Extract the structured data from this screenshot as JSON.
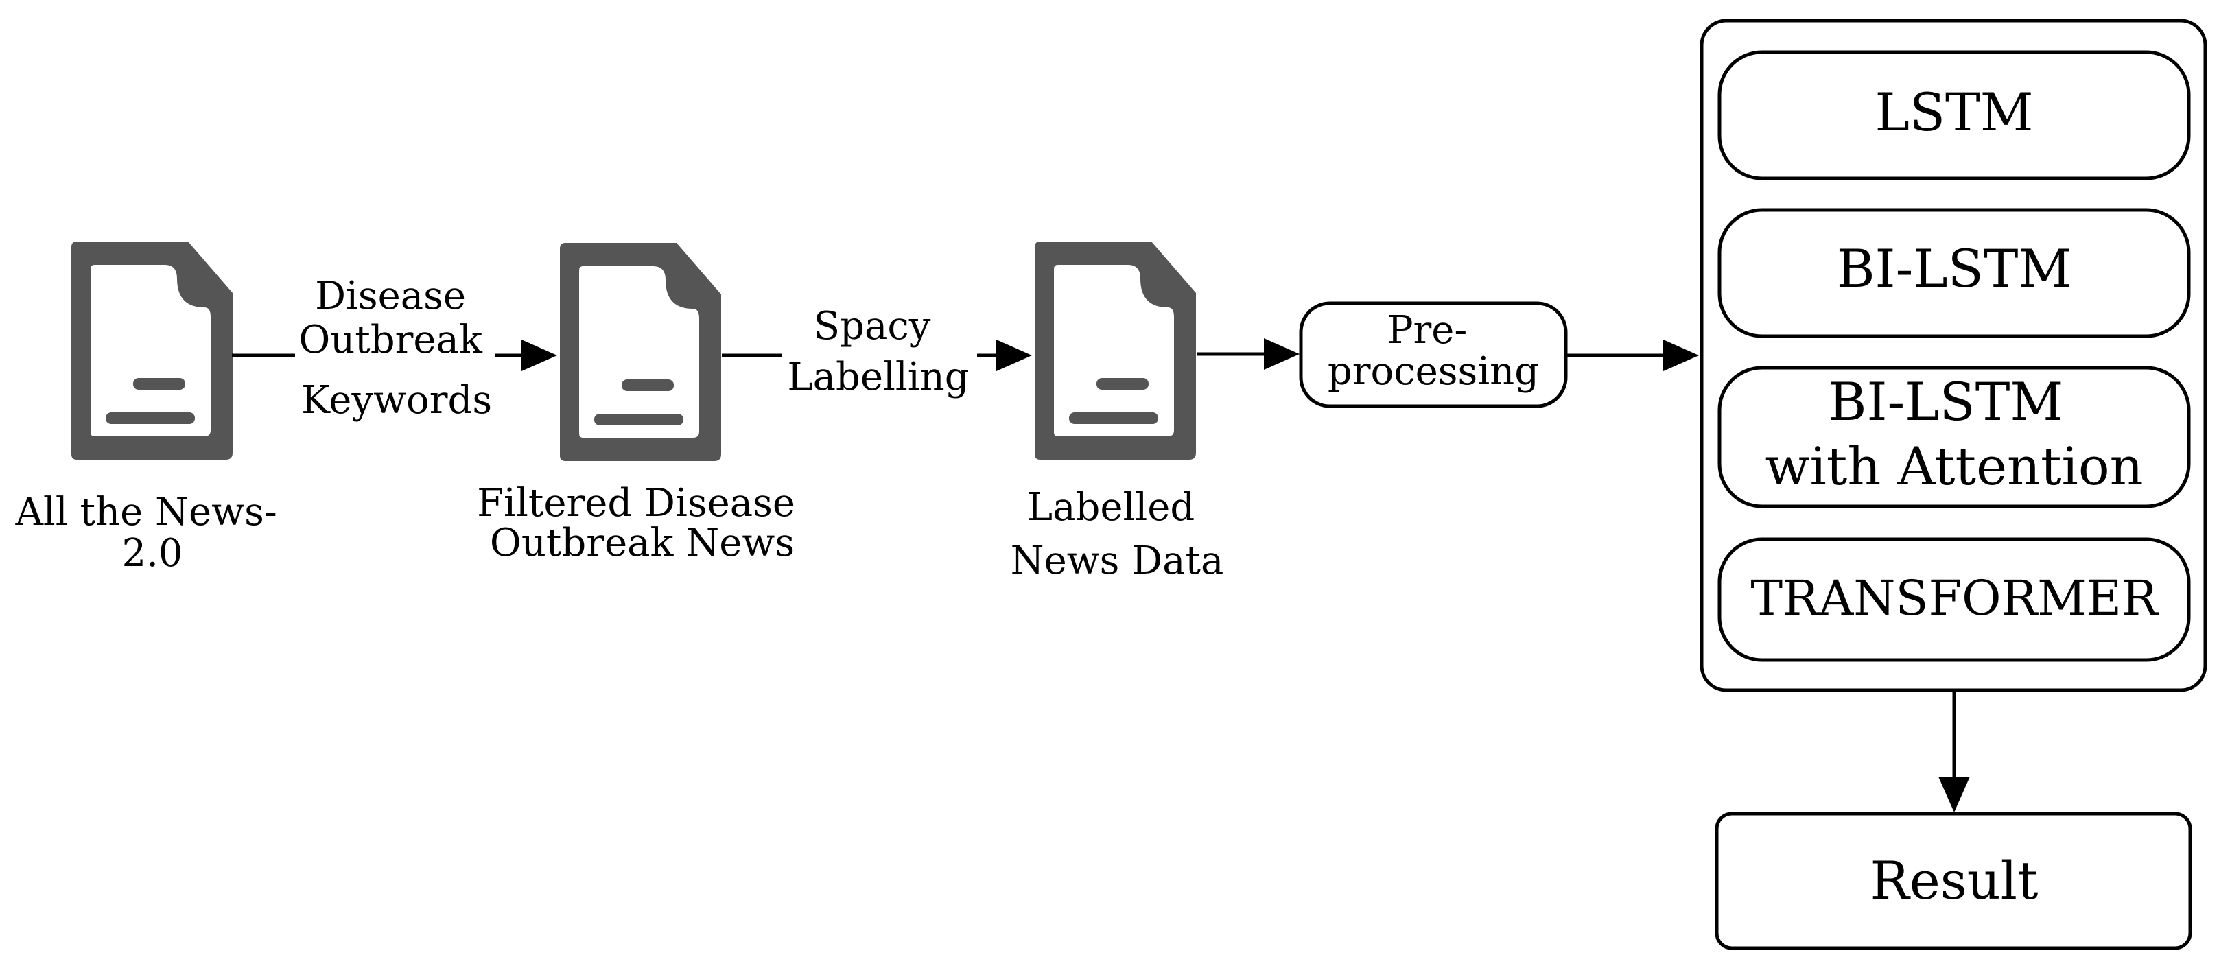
{
  "colors": {
    "ink": "#000000",
    "doc_icon": "#555555",
    "background": "#ffffff"
  },
  "documents": [
    {
      "icon": "document-icon",
      "caption": [
        "All the News-",
        "2.0"
      ]
    },
    {
      "icon": "document-icon",
      "caption": [
        "Filtered Disease",
        "Outbreak News"
      ]
    },
    {
      "icon": "document-icon",
      "caption": [
        "Labelled",
        "News Data"
      ]
    }
  ],
  "edges": [
    {
      "label": [
        "Disease",
        "Outbreak",
        "Keywords"
      ]
    },
    {
      "label": [
        "Spacy",
        "Labelling"
      ]
    }
  ],
  "preprocessing": {
    "label": [
      "Pre-",
      "processing"
    ]
  },
  "models": [
    {
      "label": [
        "LSTM"
      ]
    },
    {
      "label": [
        "BI-LSTM"
      ]
    },
    {
      "label": [
        "BI-LSTM",
        "with Attention"
      ]
    },
    {
      "label": [
        "TRANSFORMER"
      ]
    }
  ],
  "result": {
    "label": "Result"
  }
}
